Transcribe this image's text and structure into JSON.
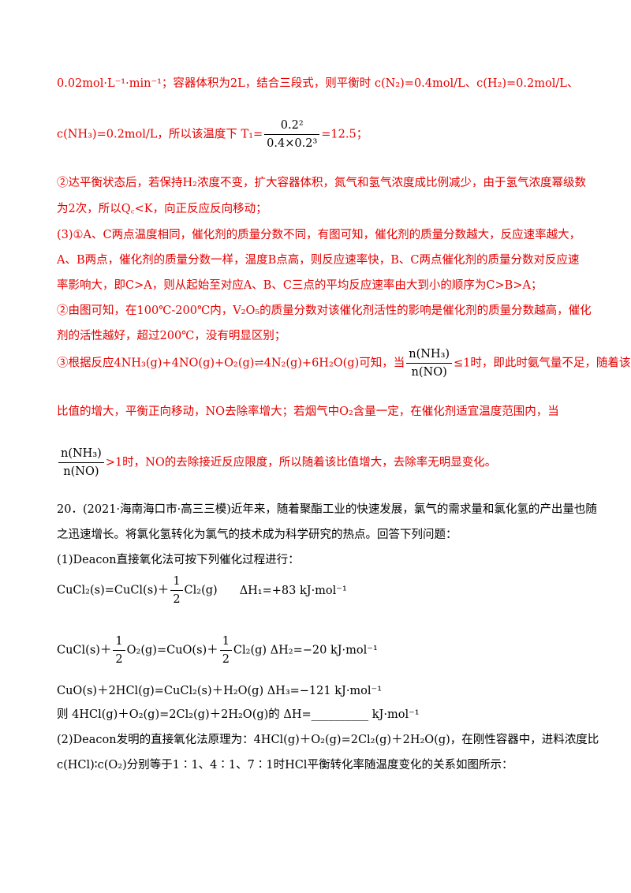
{
  "solution": {
    "l1": "0.02mol·L⁻¹·min⁻¹；容器体积为2L，结合三段式，则平衡时 c(N₂)=0.4mol/L、c(H₂)=0.2mol/L、",
    "l2_pre": "c(NH₃)=0.2mol/L，所以该温度下 T₁=",
    "l2_num": "0.2²",
    "l2_den": "0.4×0.2³",
    "l2_post": "=12.5；",
    "p2_l1": "②达平衡状态后，若保持H₂浓度不变，扩大容器体积，氮气和氢气浓度成比例减少，由于氢气浓度幂级数",
    "p2_l2": "为2次，所以Q꜀<K，向正反应反向移动；",
    "p3_l1": "(3)①A、C两点温度相同，催化剂的质量分数不同，有图可知，催化剂的质量分数越大，反应速率越大，",
    "p3_l2": "A、B两点，催化剂的质量分数一样，温度B点高，则反应速率快，B、C两点催化剂的质量分数对反应速",
    "p3_l3": "率影响大，即C>A，则从起始至对应A、B、C三点的平均反应速率由大到小的顺序为C>B>A；",
    "p4_l1": "②由图可知，在100℃-200℃内，V₂O₅的质量分数对该催化剂活性的影响是催化剂的质量分数越高，催化",
    "p4_l2": "剂的活性越好，超过200℃，没有明显区别；",
    "p5_l1_pre": "③根据反应4NH₃(g)+4NO(g)+O₂(g)⇌4N₂(g)+6H₂O(g)可知，当",
    "p5_num": "n(NH₃)",
    "p5_den": "n(NO)",
    "p5_l1_post": "≤1时，即此时氨气量不足，随着该",
    "p5_l2": "比值的增大，平衡正向移动，NO去除率增大；若烟气中O₂含量一定，在催化剂适宜温度范围内，当",
    "p5_l3_num": "n(NH₃)",
    "p5_l3_den": "n(NO)",
    "p5_l3_post": ">1时，NO的去除接近反应限度，所以随着该比值增大，去除率无明显变化。"
  },
  "question": {
    "q_l1": "20．(2021·海南海口市·高三三模)近年来，随着聚酯工业的快速发展，氯气的需求量和氯化氢的产出量也随",
    "q_l2": "之迅速增长。将氯化氢转化为氯气的技术成为科学研究的热点。回答下列问题：",
    "q_p1": "(1)Deacon直接氧化法可按下列催化过程进行：",
    "eq1_pre": "CuCl₂(s)=CuCl(s)＋",
    "eq1_frac_num": "1",
    "eq1_frac_den": "2",
    "eq1_post": "Cl₂(g)",
    "eq1_dh": "ΔH₁=+83 kJ·mol⁻¹",
    "eq2_pre": "CuCl(s)＋",
    "eq2_frac_num": "1",
    "eq2_frac_den": "2",
    "eq2_mid": "O₂(g)=CuO(s)＋",
    "eq2_frac2_num": "1",
    "eq2_frac2_den": "2",
    "eq2_post": "Cl₂(g)  ΔH₂=−20 kJ·mol⁻¹",
    "eq3": "CuO(s)＋2HCl(g)=CuCl₂(s)＋H₂O(g)  ΔH₃=−121 kJ·mol⁻¹",
    "eq4": "则 4HCl(g)＋O₂(g)=2Cl₂(g)＋2H₂O(g)的 ΔH=__________ kJ·mol⁻¹",
    "q_p2_l1": "(2)Deacon发明的直接氧化法原理为：4HCl(g)＋O₂(g)=2Cl₂(g)＋2H₂O(g)，在刚性容器中，进料浓度比",
    "q_p2_l2": "c(HCl)∶c(O₂)分别等于1∶1、4∶1、7∶1时HCl平衡转化率随温度变化的关系如图所示："
  }
}
